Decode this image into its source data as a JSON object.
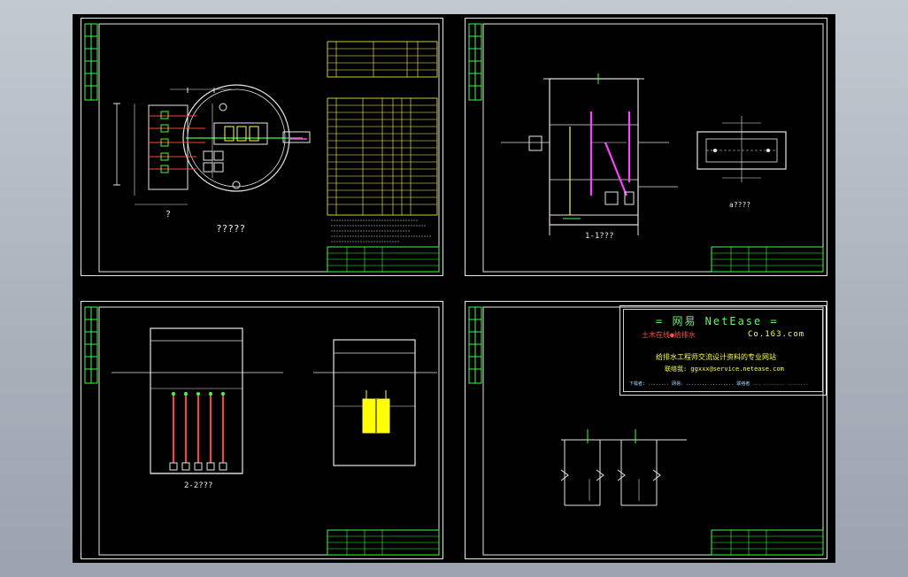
{
  "viewer": {
    "background": "#000000",
    "frame_color": "#e6e6e6",
    "table_color": "#ffff40",
    "title_block_color": "#40ff40",
    "dimension_color": "#40ff40",
    "pipe_color": "#ff40ff",
    "label_color": "#e8e8e8"
  },
  "sheets": [
    {
      "id": "sheet-1",
      "caption": "?????",
      "plan_label": "?"
    },
    {
      "id": "sheet-2",
      "section_caption": "1-1???",
      "detail_caption": "a????"
    },
    {
      "id": "sheet-3",
      "section_caption": "2-2???"
    },
    {
      "id": "sheet-4"
    }
  ],
  "netease": {
    "title": "= 网易 NetEase =",
    "slogan": "土木在线●给排水",
    "site": "Co.163.com",
    "description": "给排水工程师交流设计资料的专业网站",
    "contact": "联络我: ggxxx@service.netease.com",
    "footer": "下载者: ........ 网易. ........ ......... 联络者 ... ........ ........"
  }
}
